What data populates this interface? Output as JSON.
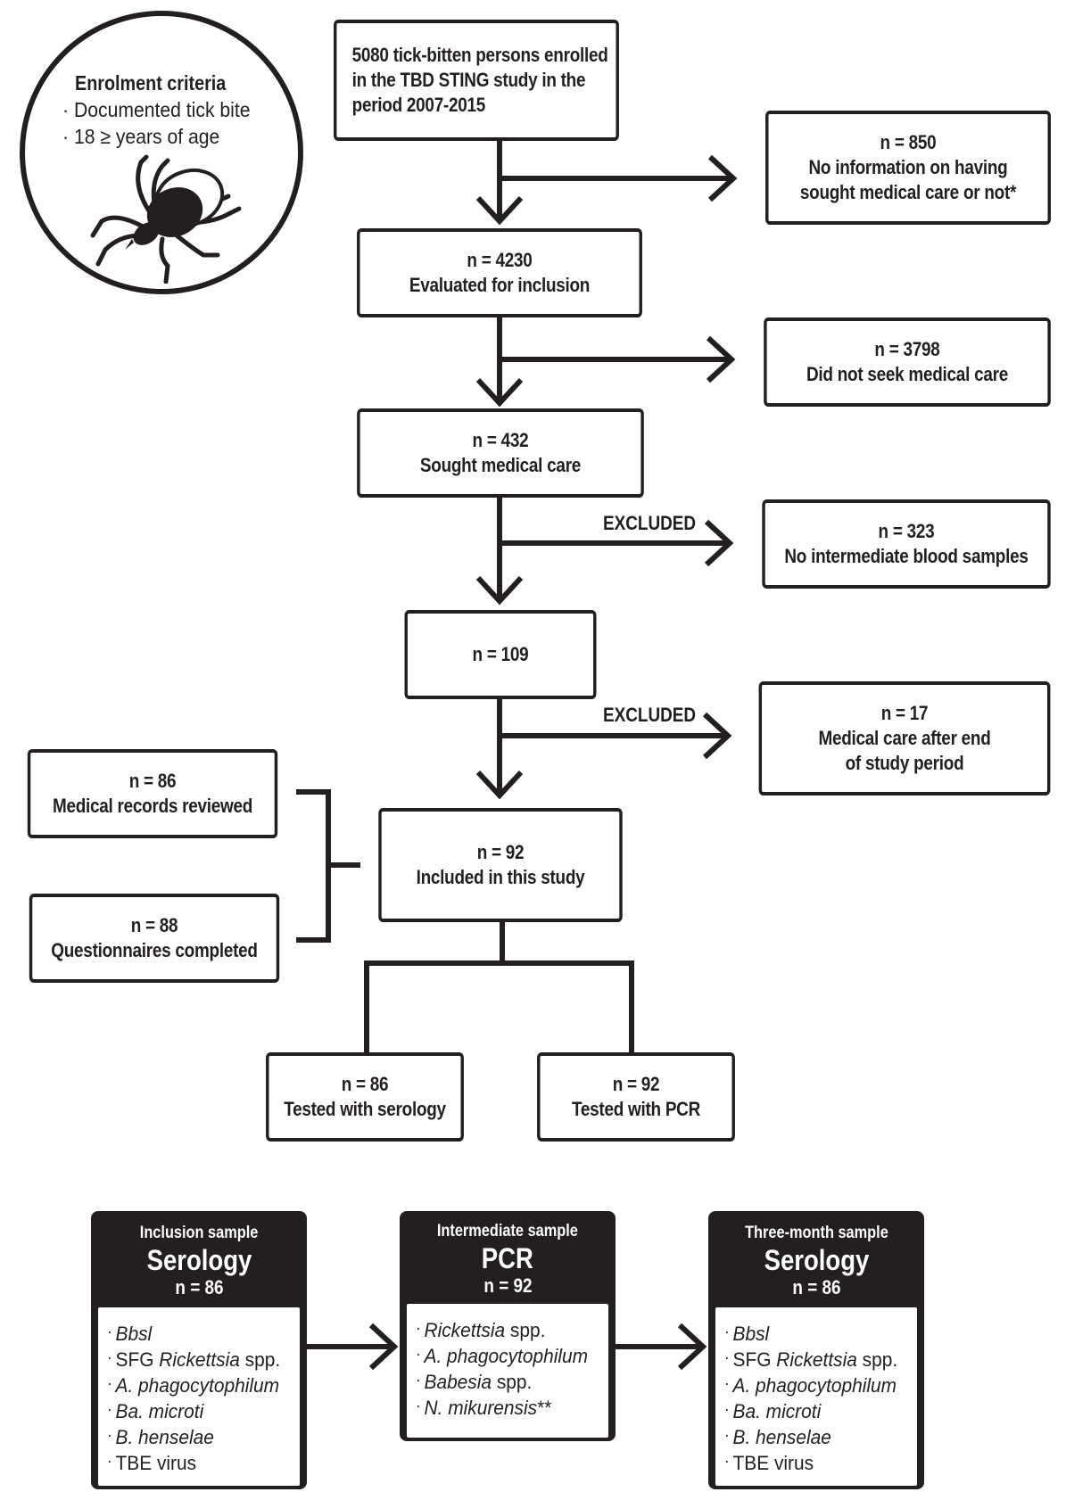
{
  "enrolment": {
    "title": "Enrolment criteria",
    "items": [
      "Documented tick bite",
      "18 ≥ years of age"
    ],
    "bullet": "·",
    "icon": "tick-icon"
  },
  "boxes": {
    "enrolled": {
      "lines": [
        "5080 tick-bitten persons enrolled",
        "in the TBD STING study in the",
        "period 2007-2015"
      ]
    },
    "no_info": {
      "lines": [
        "n = 850",
        "No information on having",
        "sought medical care or not*"
      ]
    },
    "evaluated": {
      "lines": [
        "n = 4230",
        "Evaluated for inclusion"
      ]
    },
    "no_care": {
      "lines": [
        "n = 3798",
        "Did not seek medical care"
      ]
    },
    "sought": {
      "lines": [
        "n = 432",
        "Sought medical care"
      ]
    },
    "no_samples": {
      "lines": [
        "n = 323",
        "No intermediate blood samples"
      ]
    },
    "n109": {
      "lines": [
        "n = 109"
      ]
    },
    "after_end": {
      "lines": [
        "n = 17",
        "Medical care after end",
        "of study period"
      ]
    },
    "records": {
      "lines": [
        "n = 86",
        "Medical records reviewed"
      ]
    },
    "questionnaires": {
      "lines": [
        "n = 88",
        "Questionnaires completed"
      ]
    },
    "included": {
      "lines": [
        "n = 92",
        "Included in this study"
      ]
    },
    "serology": {
      "lines": [
        "n = 86",
        "Tested with serology"
      ]
    },
    "pcr": {
      "lines": [
        "n = 92",
        "Tested with PCR"
      ]
    }
  },
  "excluded_label": "EXCLUDED",
  "panels": [
    {
      "subtitle": "Inclusion sample",
      "title": "Serology",
      "n": "n = 86",
      "items": [
        [
          {
            "t": "Bbsl",
            "i": true
          }
        ],
        [
          {
            "t": "SFG ",
            "i": false
          },
          {
            "t": "Rickettsia",
            "i": true
          },
          {
            "t": " spp.",
            "i": false
          }
        ],
        [
          {
            "t": "A. phagocytophilum",
            "i": true
          }
        ],
        [
          {
            "t": "Ba. microti",
            "i": true
          }
        ],
        [
          {
            "t": "B. henselae",
            "i": true
          }
        ],
        [
          {
            "t": "TBE virus",
            "i": false
          }
        ]
      ]
    },
    {
      "subtitle": "Intermediate sample",
      "title": "PCR",
      "n": "n = 92",
      "items": [
        [
          {
            "t": "Rickettsia",
            "i": true
          },
          {
            "t": " spp.",
            "i": false
          }
        ],
        [
          {
            "t": "A. phagocytophilum",
            "i": true
          }
        ],
        [
          {
            "t": "Babesia",
            "i": true
          },
          {
            "t": " spp.",
            "i": false
          }
        ],
        [
          {
            "t": "N. mikurensis",
            "i": true
          },
          {
            "t": "**",
            "i": false
          }
        ]
      ]
    },
    {
      "subtitle": "Three-month sample",
      "title": "Serology",
      "n": "n = 86",
      "items": [
        [
          {
            "t": "Bbsl",
            "i": true
          }
        ],
        [
          {
            "t": "SFG ",
            "i": false
          },
          {
            "t": "Rickettsia",
            "i": true
          },
          {
            "t": " spp.",
            "i": false
          }
        ],
        [
          {
            "t": "A. phagocytophilum",
            "i": true
          }
        ],
        [
          {
            "t": "Ba. microti",
            "i": true
          }
        ],
        [
          {
            "t": "B. henselae",
            "i": true
          }
        ],
        [
          {
            "t": "TBE virus",
            "i": false
          }
        ]
      ]
    }
  ],
  "colors": {
    "ink": "#231f20",
    "background": "#ffffff"
  }
}
